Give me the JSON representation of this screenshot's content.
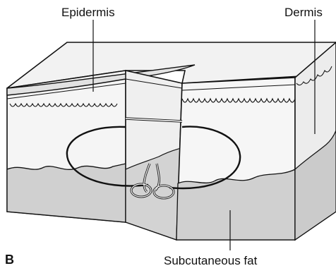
{
  "labels": {
    "epidermis": "Epidermis",
    "dermis": "Dermis",
    "subcutaneous_fat": "Subcutaneous fat",
    "panel": "B"
  },
  "colors": {
    "outline": "#111111",
    "dermis": "#f4f4f4",
    "epidermis": "#e6e6e6",
    "fat": "#cfcfcf",
    "suture": "#ffffff"
  }
}
